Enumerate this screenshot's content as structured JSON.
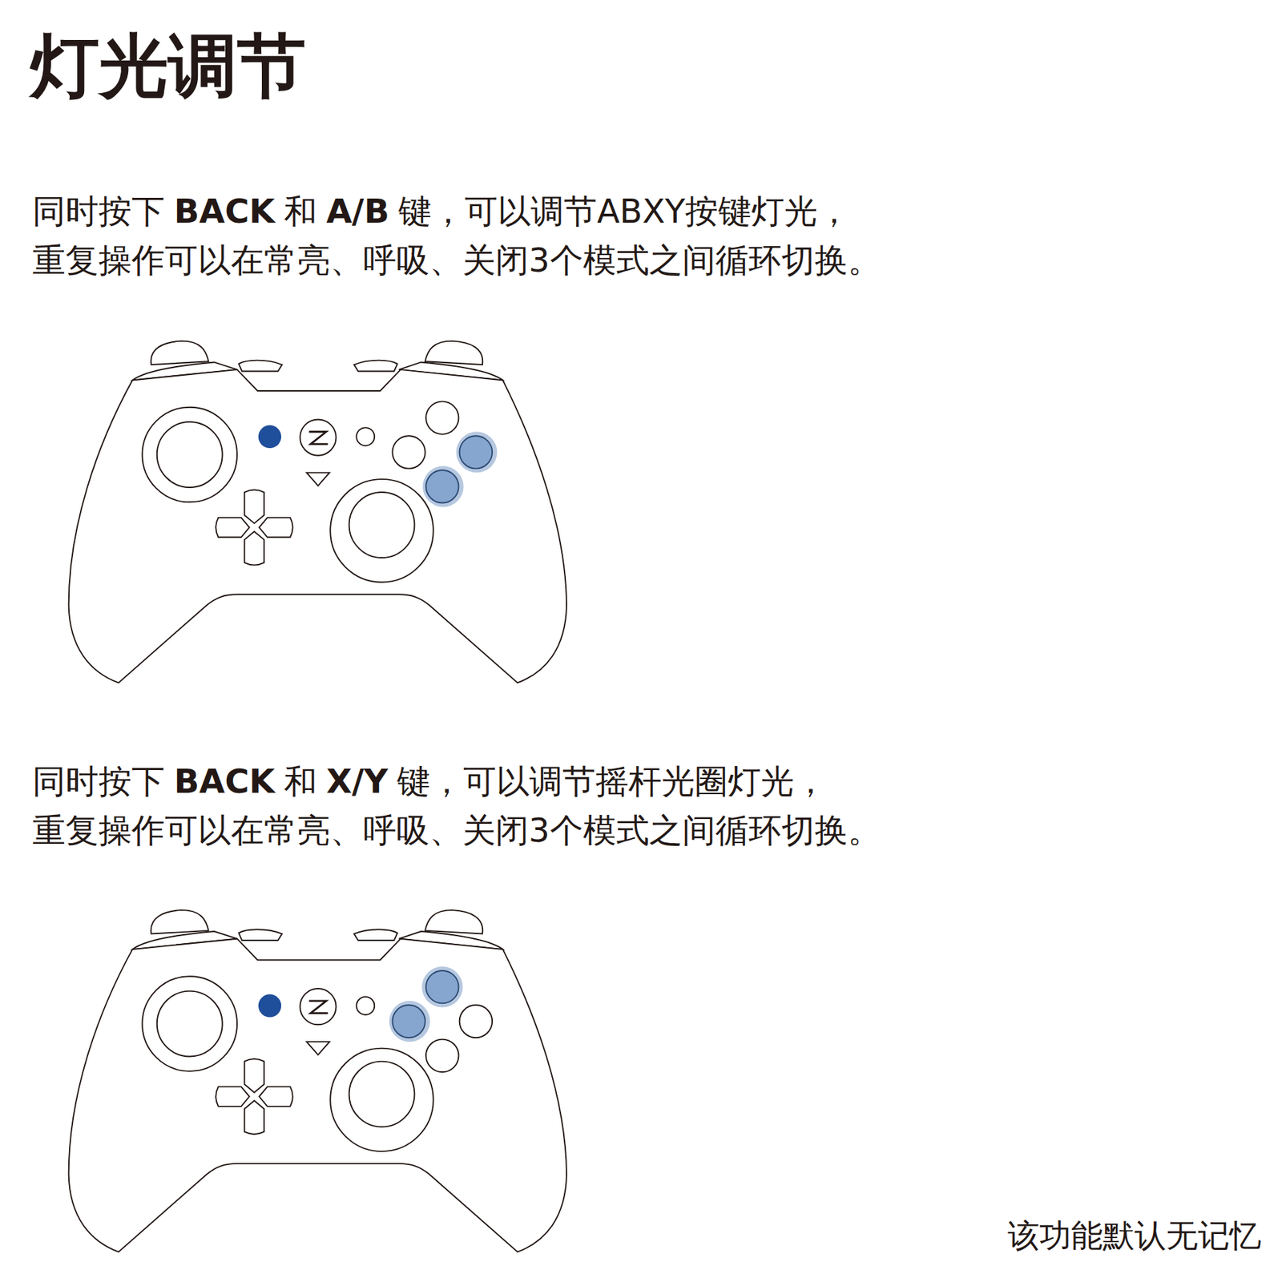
{
  "diagram": {
    "title": "灯光调节",
    "labels": [
      "同时按下",
      "BACK",
      "和",
      "A/B",
      "键，可以调节ABXY按键灯光，",
      "重复操作可以在常亮、呼吸、关闭3个模式之间循环切换。",
      "同时按下",
      "BACK",
      "和",
      "X/Y",
      "键，可以调节摇杆光圈灯光，",
      "重复操作可以在常亮、呼吸、关闭3个模式之间循环切换。",
      "该功能默认无记忆"
    ]
  }
}
